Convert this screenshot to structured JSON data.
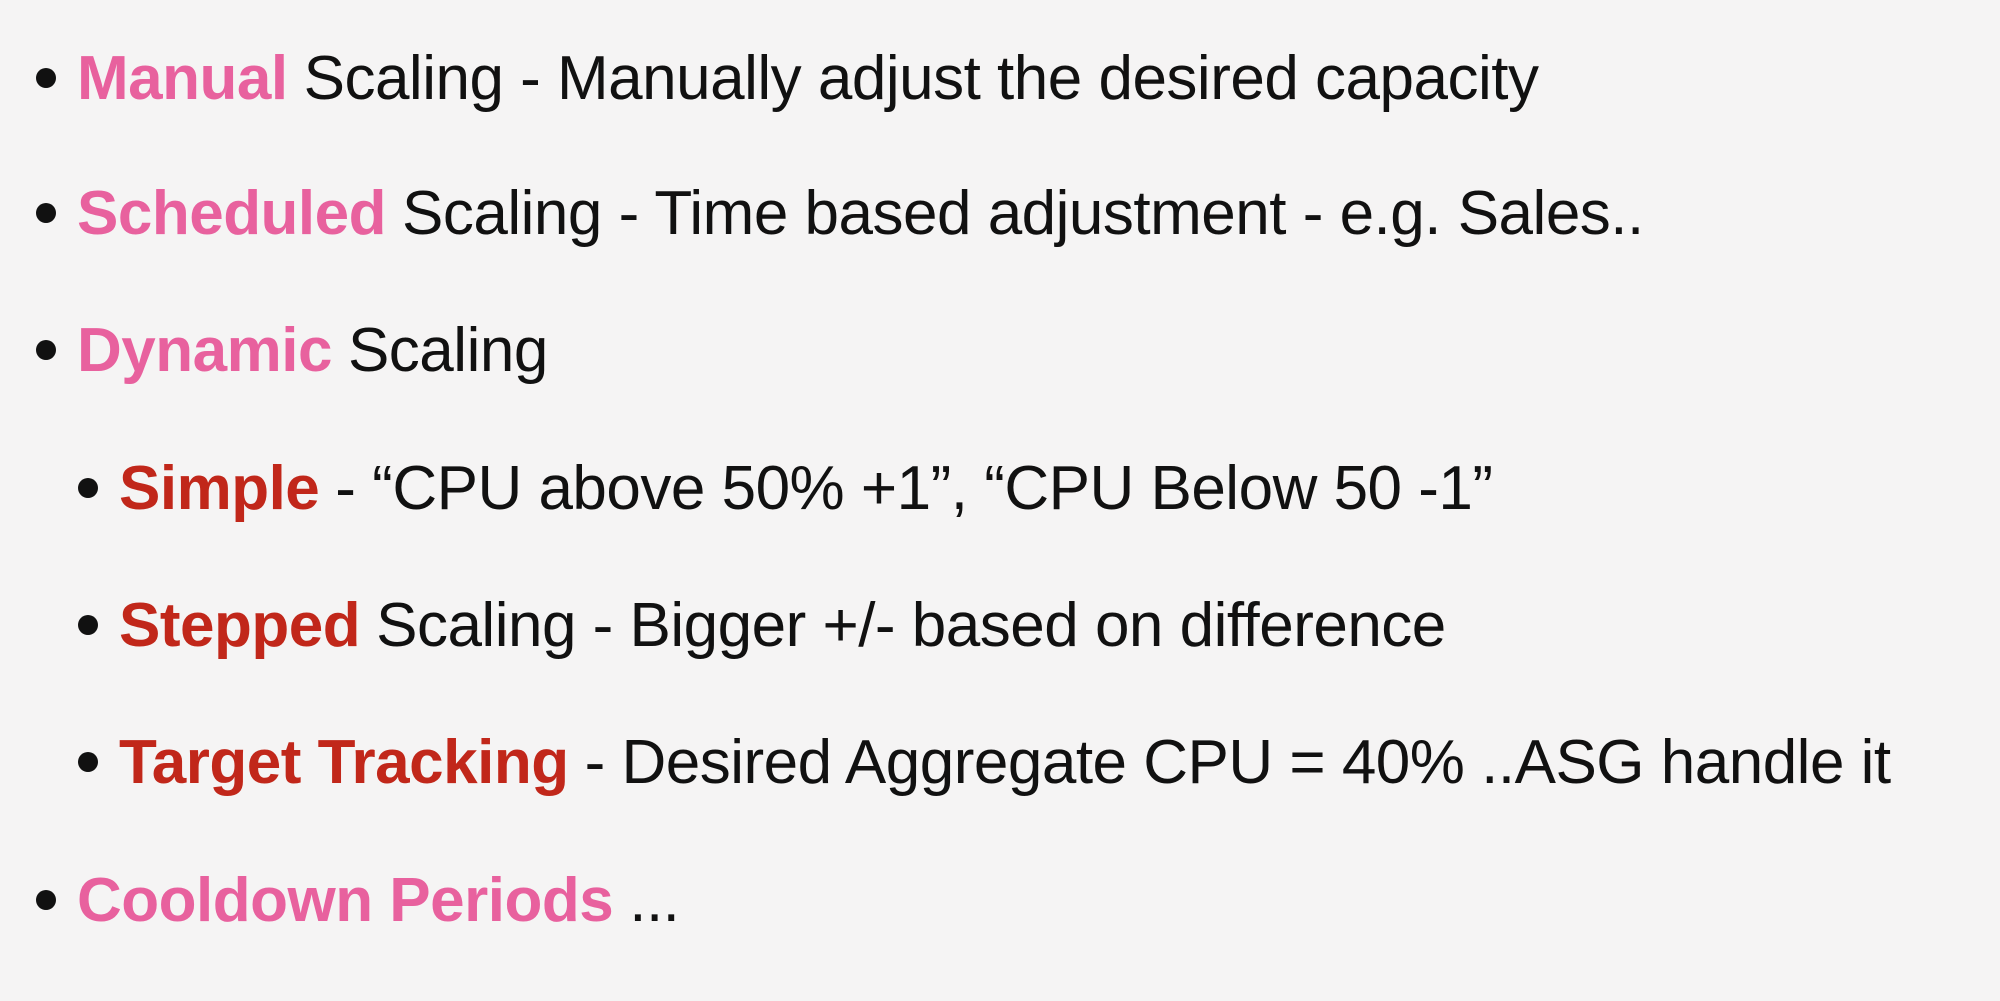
{
  "slide": {
    "colors": {
      "background": "#f5f4f4",
      "text": "#111111",
      "keyword_level_1": "#e8619e",
      "keyword_level_2": "#c1271a"
    },
    "bullets": [
      {
        "level": 1,
        "keyword": "Manual",
        "text": "Scaling - Manually adjust the desired capacity"
      },
      {
        "level": 1,
        "keyword": "Scheduled",
        "text": "Scaling - Time based adjustment - e.g. Sales.."
      },
      {
        "level": 1,
        "keyword": "Dynamic",
        "text": "Scaling"
      },
      {
        "level": 2,
        "keyword": "Simple",
        "text": "- “CPU above 50% +1”, “CPU Below 50 -1”"
      },
      {
        "level": 2,
        "keyword": "Stepped",
        "text": "Scaling - Bigger +/- based on difference"
      },
      {
        "level": 2,
        "keyword": "Target Tracking",
        "text": "- Desired Aggregate CPU = 40% ..ASG handle it"
      },
      {
        "level": 1,
        "keyword": "Cooldown Periods",
        "text": "..."
      }
    ]
  }
}
